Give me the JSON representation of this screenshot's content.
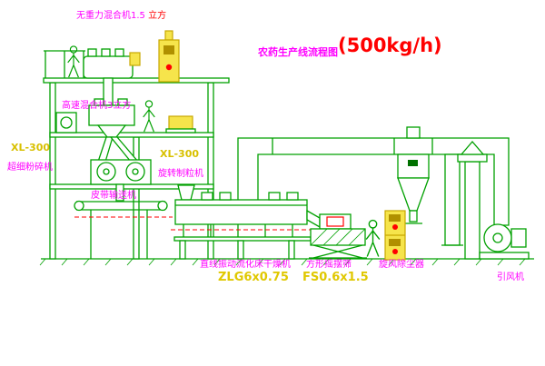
{
  "title": {
    "main": "农药生产线流程图",
    "capacity": "(500kg/h)"
  },
  "labels": {
    "mixer_top": "无重力混合机1.5",
    "mixer_top_unit": "立方",
    "high_speed_mixer": "高速混合机3立方",
    "crusher_model": "XL-300",
    "crusher": "超细粉碎机",
    "granulator_model": "XL-300",
    "granulator": "旋转制粒机",
    "belt_conveyor": "皮带输送机",
    "dryer": "直线振动流化床干燥机",
    "dryer_model": "ZLG6x0.75",
    "sieve": "方形摇摆筛",
    "sieve_model": "FS0.6x1.5",
    "dust_collector": "旋风除尘器",
    "fan": "引风机"
  },
  "colors": {
    "line_green": "#00A000",
    "label_magenta": "#FF00FF",
    "model_yellow": "#D8C000",
    "accent_red": "#FF0000",
    "cabinet_yellow": "#F6E44B"
  }
}
